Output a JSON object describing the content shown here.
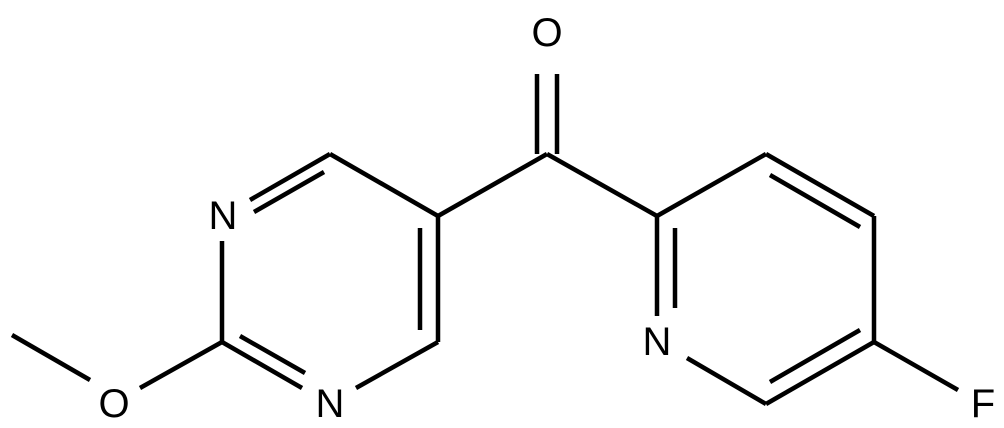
{
  "molecule": {
    "atoms": {
      "O_carbonyl": "O",
      "N_pyrimidine_top": "N",
      "N_pyrimidine_bottom": "N",
      "O_methoxy": "O",
      "N_pyridine": "N",
      "F": "F"
    }
  }
}
